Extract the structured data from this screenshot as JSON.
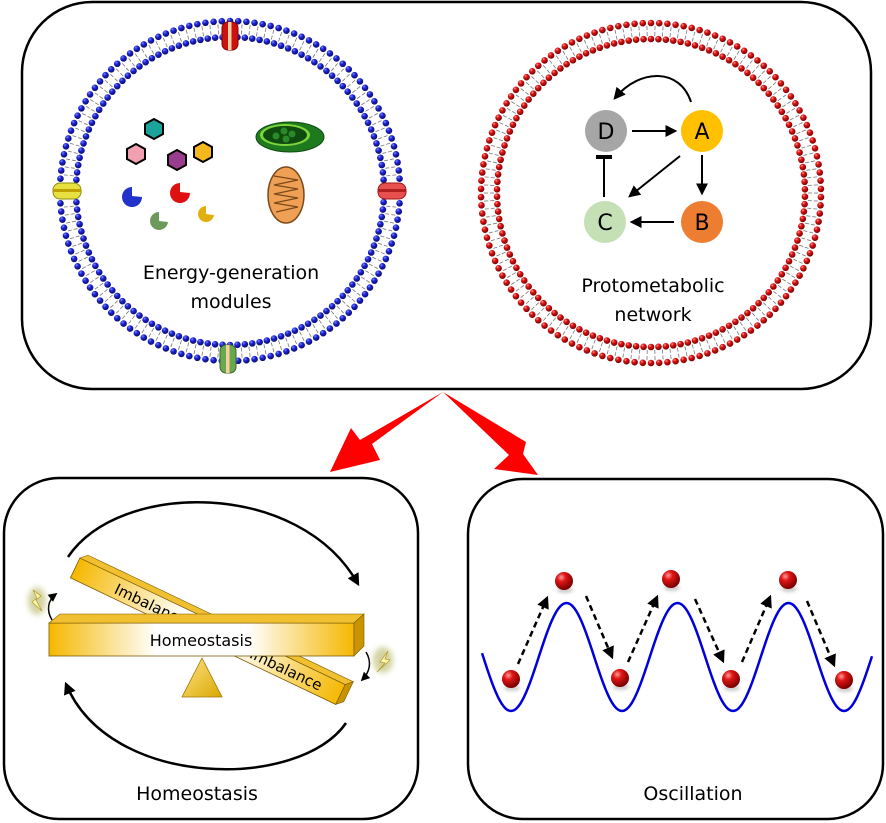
{
  "top_panel": {
    "cell_left": {
      "label_line1": "Energy-generation",
      "label_line2": "modules",
      "membrane_color": "#1a1adb",
      "channel_colors": [
        "#cc1111",
        "#e8e040",
        "#e85050",
        "#6aa84f"
      ],
      "hexagon_colors": [
        "#1aa39a",
        "#f0a0b0",
        "#9b3d8f",
        "#f6b81c"
      ],
      "pacman_colors": [
        "#2233cc",
        "#dd1111",
        "#6b9a5a",
        "#e0b010"
      ]
    },
    "cell_right": {
      "label_line1": "Protometabolic",
      "label_line2": "network",
      "membrane_color": "#dd1111",
      "nodes": [
        {
          "id": "D",
          "color": "#a6a6a6"
        },
        {
          "id": "A",
          "color": "#ffc000"
        },
        {
          "id": "C",
          "color": "#c5e0b4"
        },
        {
          "id": "B",
          "color": "#ed7d31"
        }
      ],
      "edges": [
        {
          "from": "D",
          "to": "A",
          "type": "activation"
        },
        {
          "from": "A",
          "to": "B",
          "type": "activation"
        },
        {
          "from": "A",
          "to": "C",
          "type": "activation"
        },
        {
          "from": "B",
          "to": "C",
          "type": "activation"
        },
        {
          "from": "C",
          "to": "D",
          "type": "inhibition"
        },
        {
          "from": "A",
          "to": "D",
          "type": "activation-curved"
        }
      ]
    }
  },
  "arrows_color": "#ff0000",
  "bottom_left": {
    "caption": "Homeostasis",
    "beam_label": "Homeostasis",
    "tilted_label_1": "Imbalance",
    "tilted_label_2": "Imbalance",
    "beam_color": "#ffc000"
  },
  "bottom_right": {
    "caption": "Oscillation",
    "wave_color": "#0000dd",
    "ball_color": "#dd1111"
  }
}
